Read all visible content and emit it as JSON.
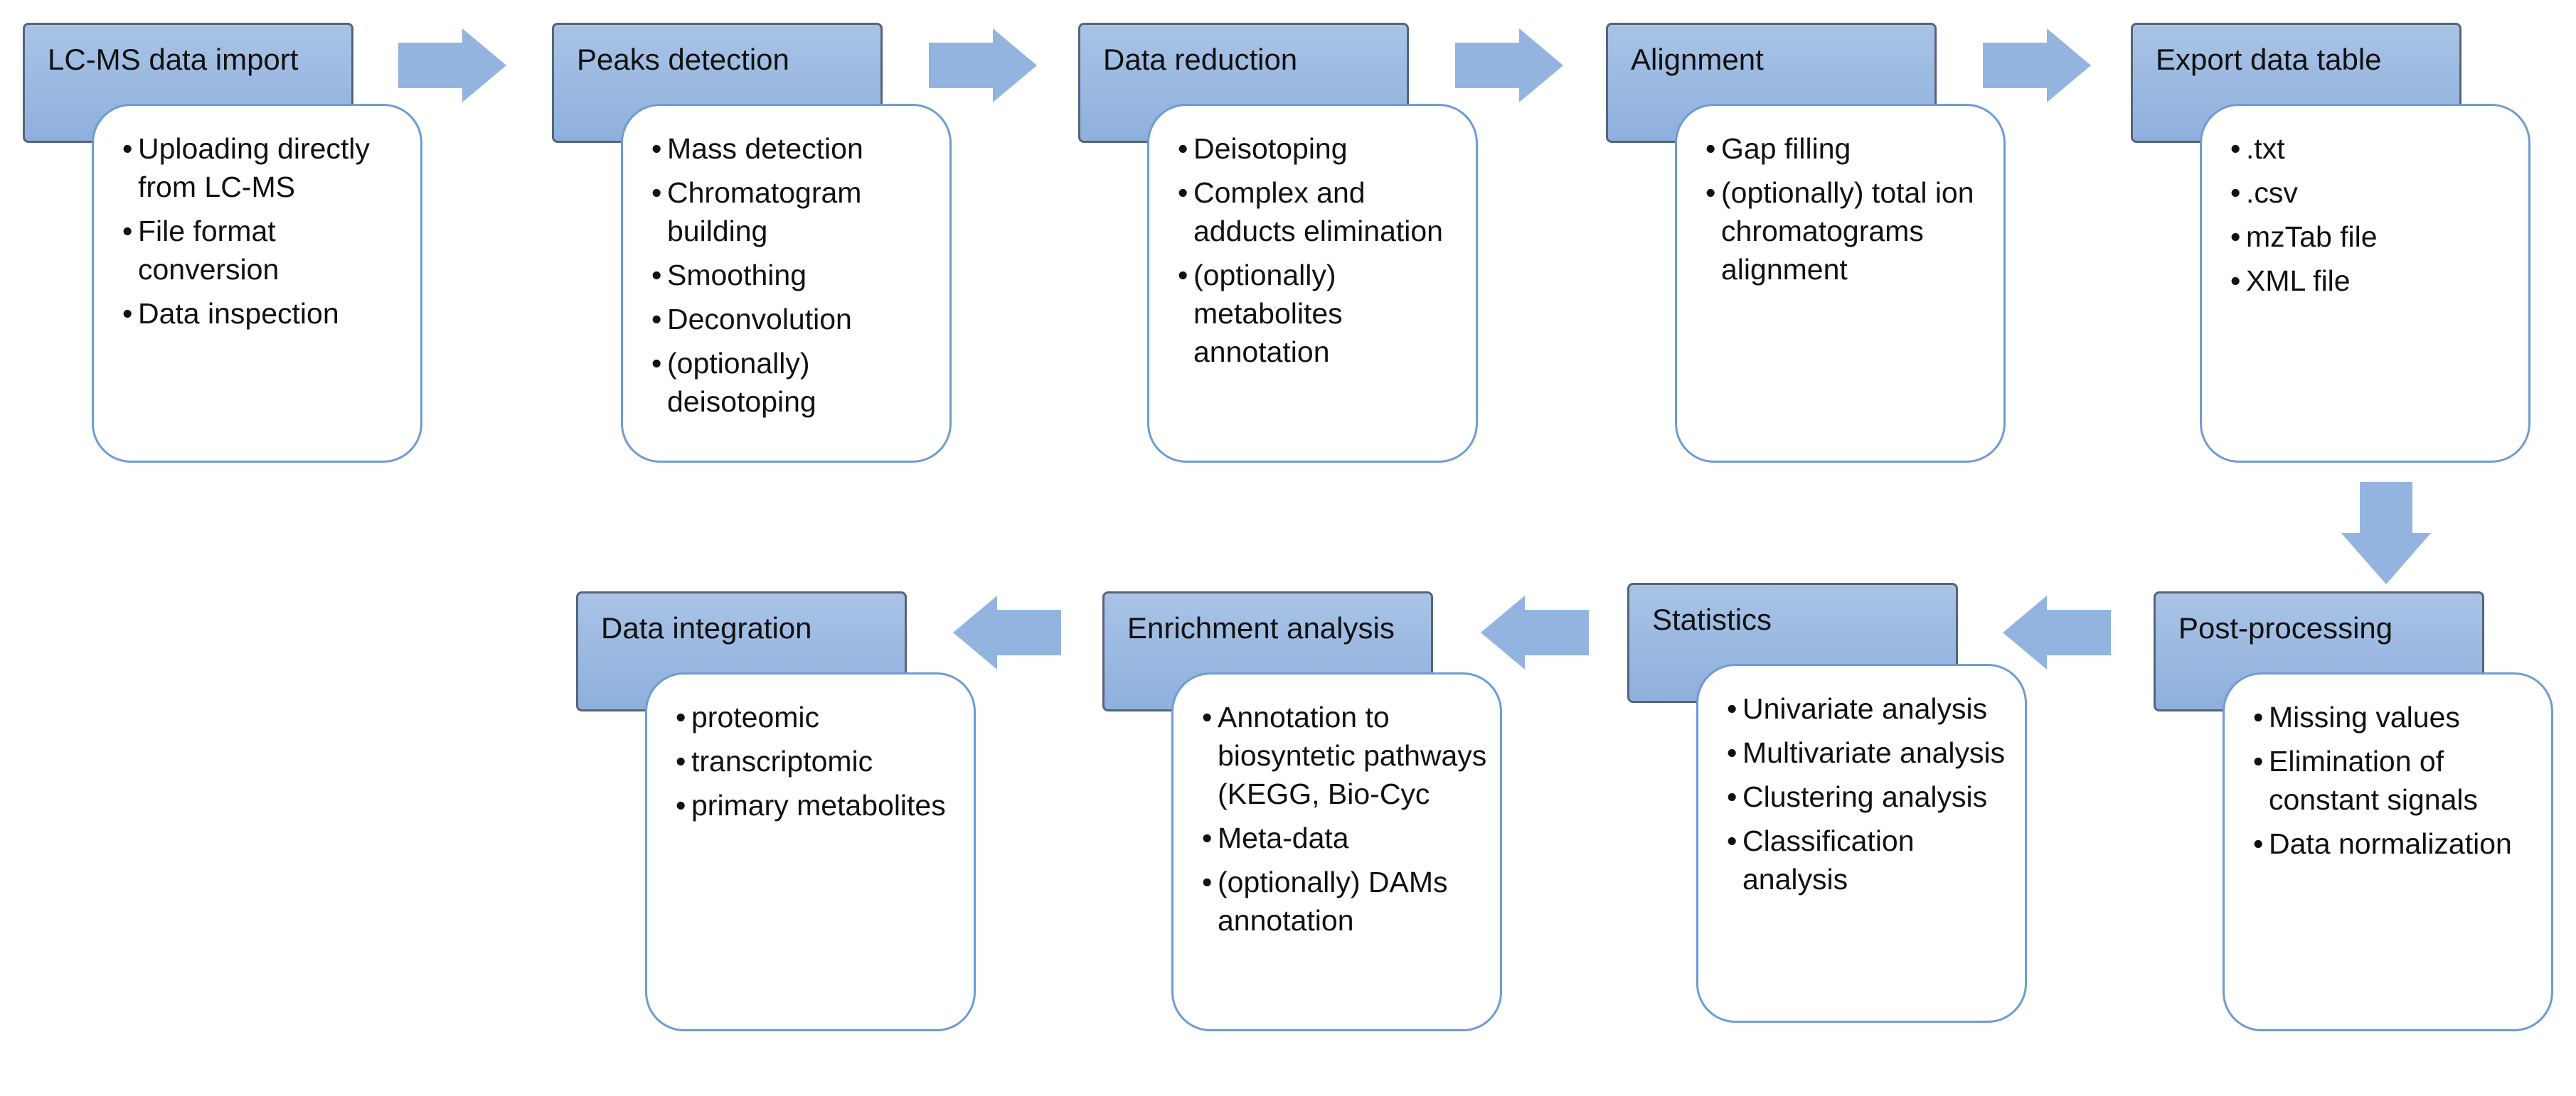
{
  "steps": [
    {
      "title": "LC-MS data import",
      "items": [
        "Uploading directly from LC-MS",
        "File format conversion",
        "Data inspection"
      ]
    },
    {
      "title": "Peaks detection",
      "items": [
        "Mass detection",
        "Chromatogram building",
        "Smoothing",
        "Deconvolution",
        "(optionally) deisotoping"
      ]
    },
    {
      "title": "Data reduction",
      "items": [
        "Deisotoping",
        "Complex and adducts elimination",
        "(optionally) metabolites annotation"
      ]
    },
    {
      "title": "Alignment",
      "items": [
        "Gap filling",
        "(optionally) total ion chromatograms alignment"
      ]
    },
    {
      "title": "Export data table",
      "items": [
        ".txt",
        ".csv",
        "mzTab file",
        "XML file"
      ]
    },
    {
      "title": "Post-processing",
      "items": [
        "Missing values",
        "Elimination of constant signals",
        "Data normalization"
      ]
    },
    {
      "title": "Statistics",
      "items": [
        "Univariate analysis",
        "Multivariate analysis",
        "Clustering analysis",
        "Classification analysis"
      ]
    },
    {
      "title": "Enrichment analysis",
      "items": [
        "Annotation to biosyntetic pathways (KEGG, Bio-Cyc",
        "Meta-data",
        "(optionally) DAMs annotation"
      ]
    },
    {
      "title": "Data integration",
      "items": [
        "proteomic",
        "transcriptomic",
        "primary metabolites"
      ]
    }
  ],
  "colors": {
    "header_fill": "#9ab8e2",
    "header_border": "#56647a",
    "card_border": "#6f9bd3",
    "arrow": "#93b4df"
  }
}
